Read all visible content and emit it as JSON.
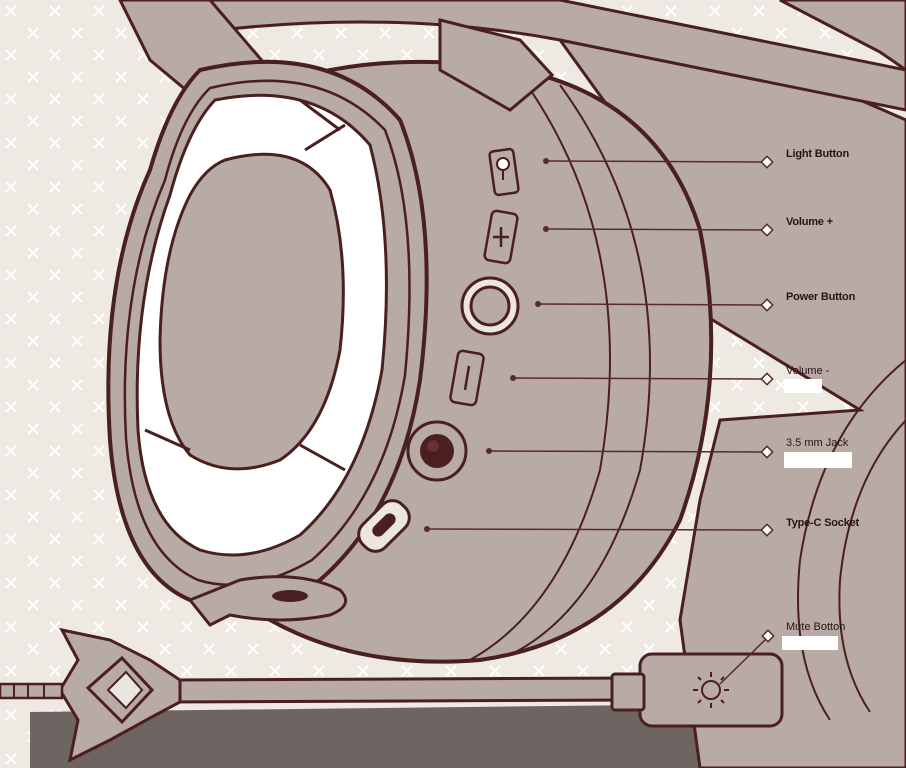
{
  "callouts": {
    "light_button": "Light Button",
    "volume_plus": "Volume +",
    "power_button": "Power Button",
    "volume_minus": "Volume -",
    "jack": "3.5 mm Jack",
    "type_c": "Type-C Socket",
    "mute": "Mute Botton"
  },
  "colors": {
    "background": "#efe9e4",
    "body": "#b8aaa5",
    "outline": "#4a1f1f",
    "leader": "#5a2a2a",
    "table": "#6e6461",
    "light_ring": "#ffffff"
  },
  "icons": [
    "light-icon",
    "plus-icon",
    "power-icon",
    "minus-icon",
    "jack-icon",
    "usb-c-icon",
    "sun-icon"
  ]
}
